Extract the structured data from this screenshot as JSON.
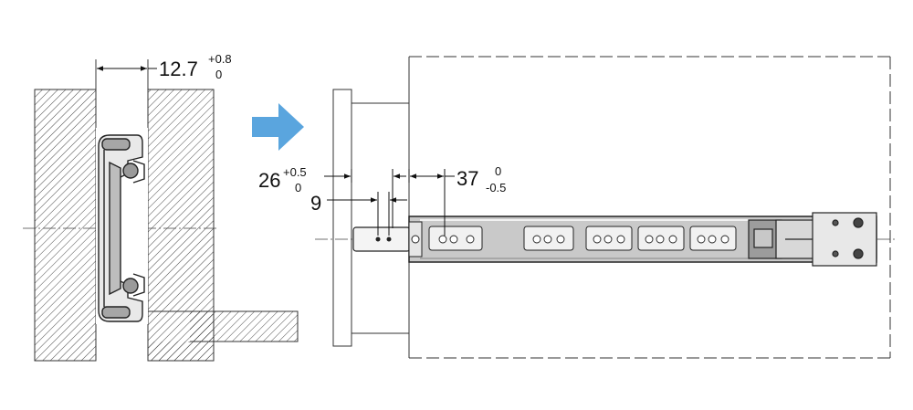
{
  "dimensions": {
    "gap": {
      "value": "12.7",
      "tol_upper": "+0.8",
      "tol_lower": "0"
    },
    "mount": {
      "value": "26",
      "tol_upper": "+0.5",
      "tol_lower": "0"
    },
    "offset": {
      "value": "9"
    },
    "depth": {
      "value": "37",
      "tol_upper": "0",
      "tol_lower": "-0.5"
    }
  },
  "colors": {
    "arrow": "#5aa5de",
    "rail_fill": "#c9c9c9",
    "line": "#222222"
  }
}
